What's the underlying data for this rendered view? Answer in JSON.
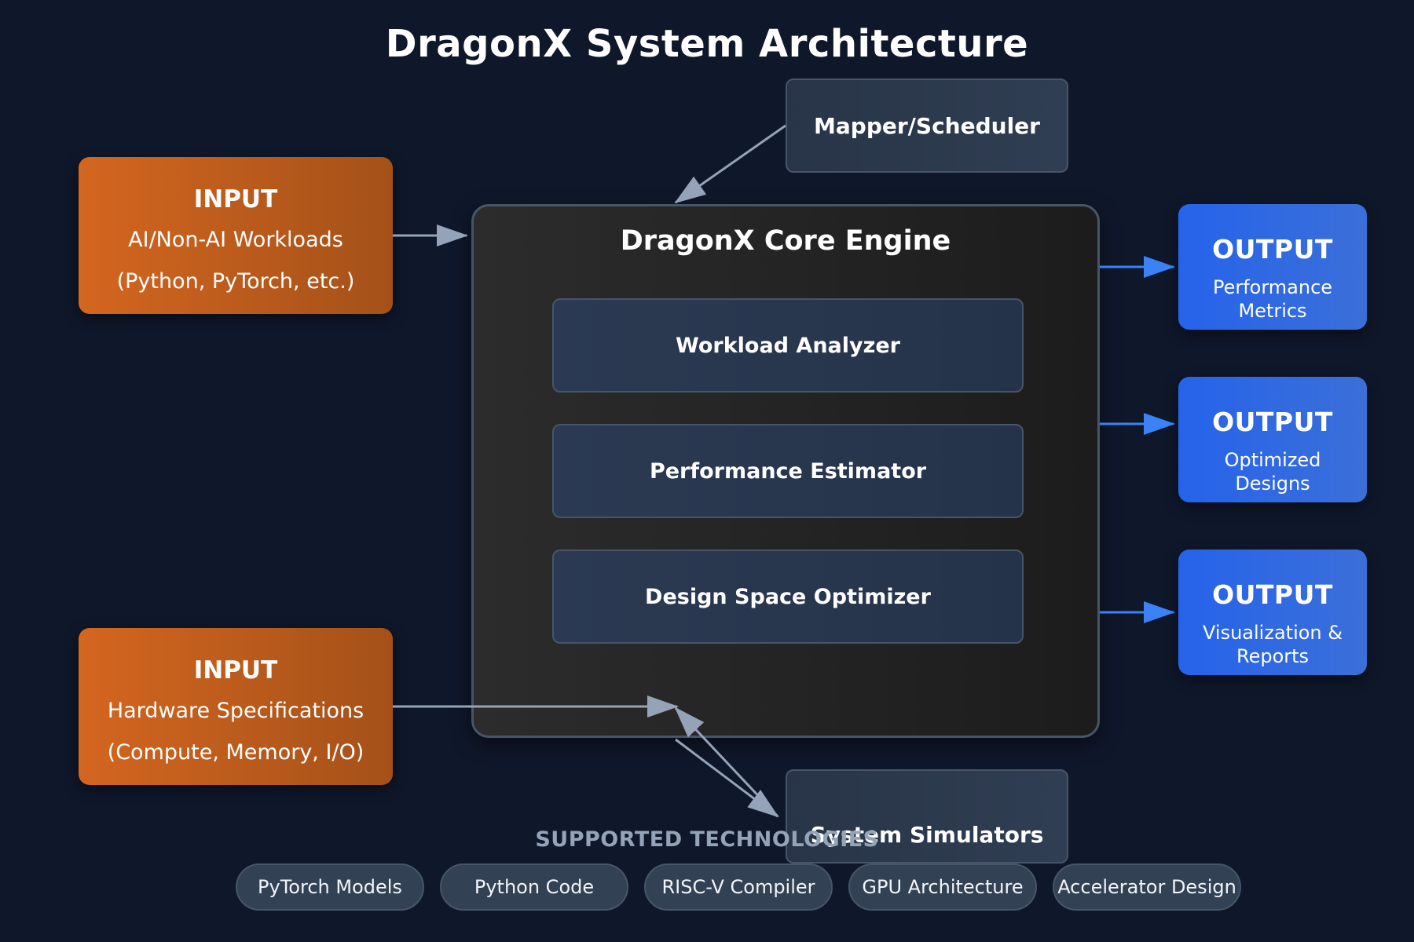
{
  "title": "DragonX System Architecture",
  "inputs": [
    {
      "header": "INPUT",
      "line1": "AI/Non-AI Workloads",
      "line2": "(Python, PyTorch, etc.)"
    },
    {
      "header": "INPUT",
      "line1": "Hardware Specifications",
      "line2": "(Compute, Memory, I/O)"
    }
  ],
  "core": {
    "title": "DragonX Core Engine",
    "modules": [
      "Workload Analyzer",
      "Performance Estimator",
      "Design Space Optimizer"
    ]
  },
  "mapper": {
    "label": "Mapper/Scheduler"
  },
  "simulators": {
    "label": "System Simulators"
  },
  "outputs": [
    {
      "header": "OUTPUT",
      "label": "Performance Metrics"
    },
    {
      "header": "OUTPUT",
      "label": "Optimized Designs"
    },
    {
      "header": "OUTPUT",
      "label": "Visualization & Reports"
    }
  ],
  "technologies": {
    "heading": "SUPPORTED TECHNOLOGIES",
    "items": [
      "PyTorch Models",
      "Python Code",
      "RISC-V Compiler",
      "GPU Architecture",
      "Accelerator Design"
    ]
  },
  "colors": {
    "background": "#0f172a",
    "input": "#d4661f",
    "output": "#2563eb",
    "core": "#262626",
    "module": "#2b3a52",
    "arrow_gray": "#94a3b8",
    "arrow_blue": "#3b82f6"
  }
}
